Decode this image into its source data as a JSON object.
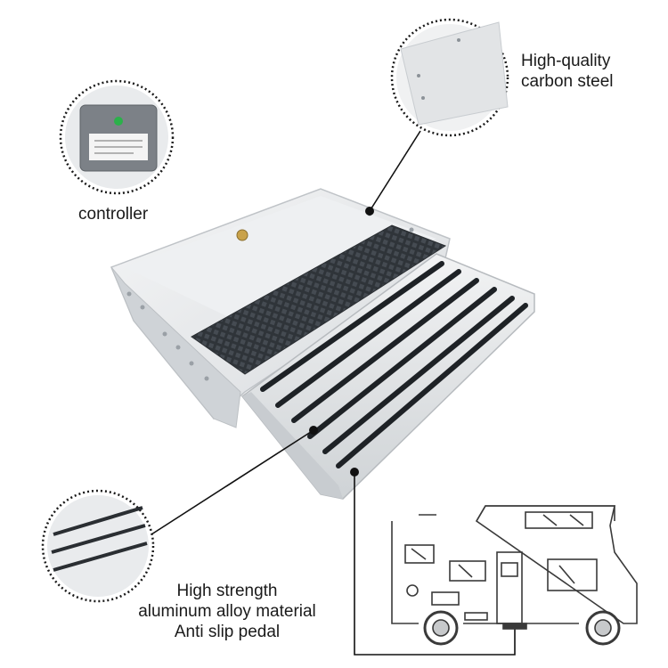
{
  "labels": {
    "controller": "controller",
    "steel_line1": "High-quality",
    "steel_line2": "carbon steel",
    "material_line1": "High strength",
    "material_line2": "aluminum alloy material",
    "material_line3": "Anti slip pedal"
  },
  "colors": {
    "accent_line": "#111111",
    "aluminum": "#e6e8ea",
    "tread_mat": "#3a3f45",
    "callout_border": "#1a1a1a"
  }
}
